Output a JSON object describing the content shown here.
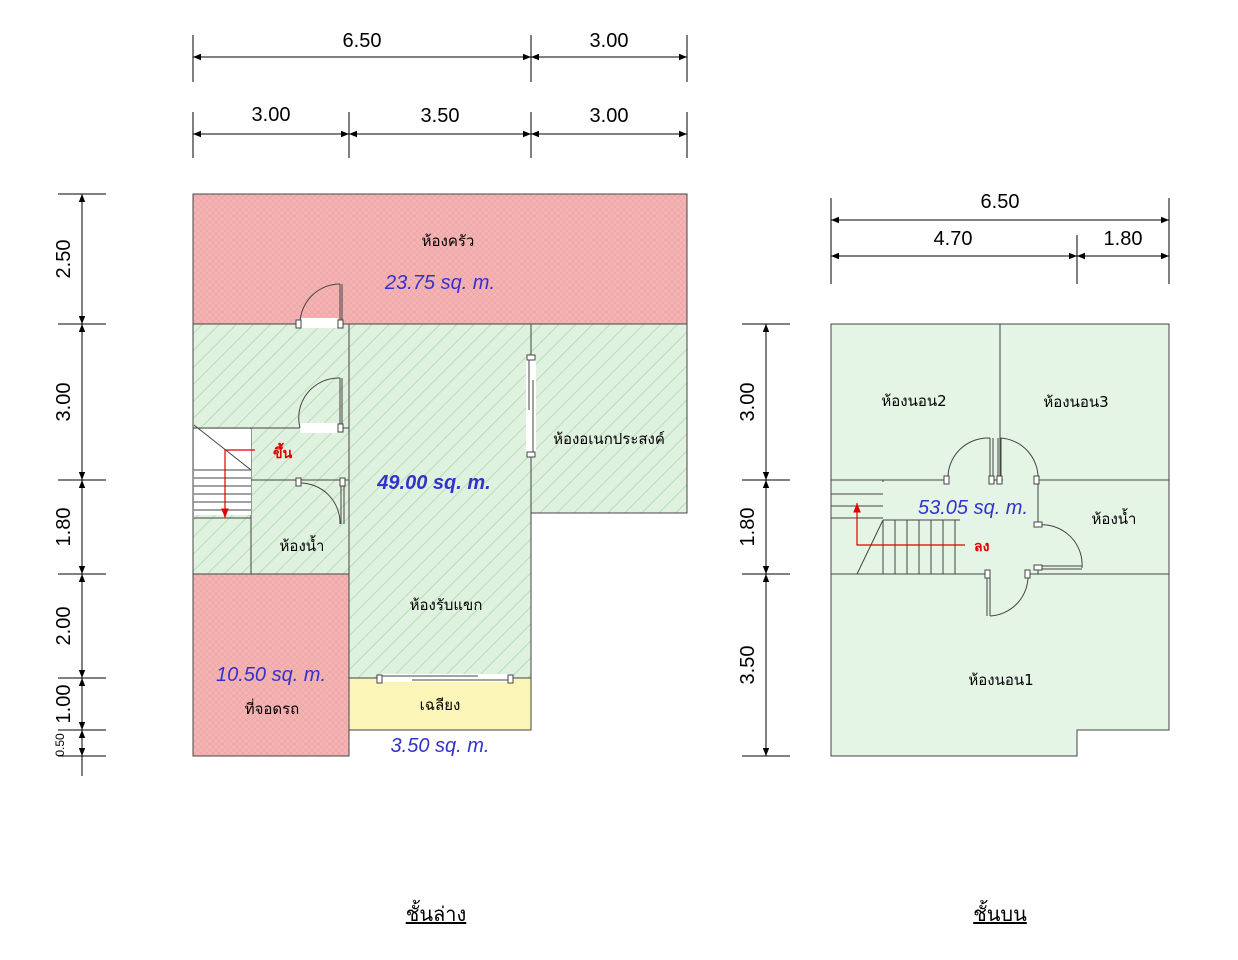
{
  "colors": {
    "kitchen": "#f4b4b4",
    "ground_main": "#dff1df",
    "parking": "#f4b4b4",
    "porch": "#fbf5b8",
    "upper_main": "#e5f5e5",
    "area_text": "#3333cc",
    "stair_arrow": "#e00000"
  },
  "ground_floor": {
    "title": "ชั้นล่าง",
    "dims_top_overall": [
      "6.50",
      "3.00"
    ],
    "dims_top_detail": [
      "3.00",
      "3.50",
      "3.00"
    ],
    "dims_left": [
      "2.50",
      "3.00",
      "1.80",
      "2.00",
      "1.00",
      "0.50"
    ],
    "rooms": {
      "kitchen": "ห้องครัว",
      "multipurpose": "ห้องอเนกประสงค์",
      "bathroom": "ห้องน้ำ",
      "living": "ห้องรับแขก",
      "porch": "เฉลียง",
      "parking": "ที่จอดรถ"
    },
    "areas": {
      "kitchen": "23.75 sq. m.",
      "main": "49.00 sq. m.",
      "parking": "10.50 sq. m.",
      "porch": "3.50 sq. m."
    },
    "stair_label": "ขึ้น"
  },
  "upper_floor": {
    "title": "ชั้นบน",
    "dims_top_overall": [
      "6.50"
    ],
    "dims_top_detail": [
      "4.70",
      "1.80"
    ],
    "dims_left": [
      "3.00",
      "1.80",
      "3.50"
    ],
    "rooms": {
      "bedroom2": "ห้องนอน2",
      "bedroom3": "ห้องนอน3",
      "bathroom": "ห้องน้ำ",
      "bedroom1": "ห้องนอน1"
    },
    "areas": {
      "main": "53.05 sq. m."
    },
    "stair_label": "ลง"
  }
}
